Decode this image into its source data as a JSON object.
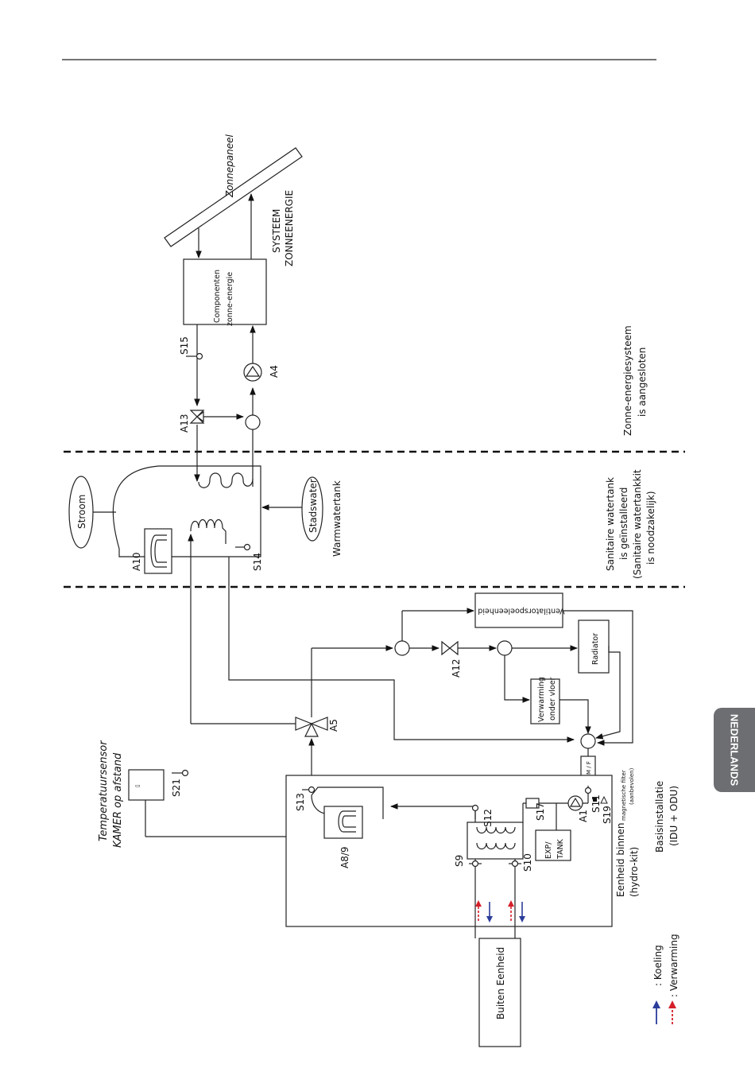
{
  "diagram": {
    "zonnepaneel": "Zonnepaneel",
    "systeem_zonneenergie": [
      "SYSTEEM",
      "ZONNEENERGIE"
    ],
    "componenten": [
      "Componenten",
      "zonne-energie"
    ],
    "zone_solar": [
      "Zonne-energiesysteem",
      "is aangesloten"
    ],
    "zone_tank": [
      "Sanitaire watertank",
      "is geïnstalleerd",
      "(Sanitaire watertankkit",
      "is noodzakelijk)"
    ],
    "zone_basis": [
      "Basisinstallatie",
      "(IDU + ODU)"
    ],
    "stroom": "Stroom",
    "stadswater": "Stadswater",
    "warmwatertank": "Warmwatertank",
    "ventilator": "Ventilatorspoeleenheid",
    "radiator": "Radiator",
    "vloer": [
      "Verwarming",
      "onder vloer"
    ],
    "mf": "M / F",
    "mag_filter": [
      "magnetische filter",
      "(aanbevolen)"
    ],
    "sensor_title": [
      "Temperatuursensor",
      "KAMER op afstand"
    ],
    "eenheid_binnen": [
      "Eenheid binnen",
      "(hydro-kit)"
    ],
    "exp_tank": [
      "EXP/",
      "TANK"
    ],
    "buiten_eenheid": "Buiten Eenheid",
    "legend_koeling": ": Koeling",
    "legend_verwarming": ": Verwarming",
    "labels": {
      "s15": "S15",
      "a4": "A4",
      "a13": "A13",
      "a10": "A10",
      "s14": "S14",
      "a12": "A12",
      "a5": "A5",
      "s21": "S21",
      "s13": "S13",
      "s12": "S12",
      "s17": "S17",
      "a1": "A1",
      "s11": "S11",
      "s19": "S19",
      "a89": "A8/9",
      "s9": "S9",
      "s10": "S10"
    },
    "colors": {
      "koeling": "#2b3d9a",
      "verwarming": "#d4202a",
      "tab": "#6d6e71"
    }
  },
  "tab_language": "NEDERLANDS"
}
